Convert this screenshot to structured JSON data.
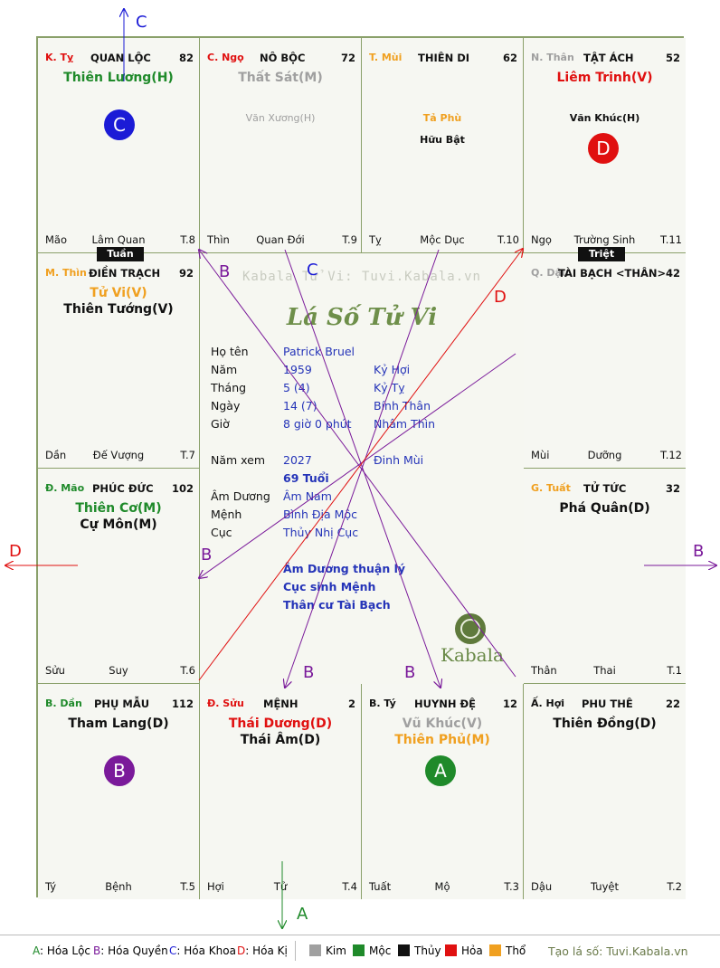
{
  "colors": {
    "loc": "#1f8a2a",
    "quyen": "#7a1a9a",
    "khoa": "#1b1bd6",
    "ki": "#e01010",
    "orange": "#f0a020",
    "gray": "#a0a0a0",
    "green": "#1f8a2a",
    "red": "#e01010",
    "border": "#8aa06a"
  },
  "top_labels": {
    "c": "C",
    "d": "D",
    "b": "B",
    "a": "A"
  },
  "cells": {
    "ky": {
      "branch": "K. Tỵ",
      "palace": "QUAN LỘC",
      "num": "82",
      "star1": "Thiên Lương(H)",
      "bl": "Mão",
      "bc": "Lâm Quan",
      "br": "T.8"
    },
    "ngo": {
      "branch": "C. Ngọ",
      "palace": "NÔ BỘC",
      "num": "72",
      "star1": "Thất Sát(M)",
      "minor1": "Văn Xương(H)",
      "bl": "Thìn",
      "bc": "Quan Đới",
      "br": "T.9"
    },
    "mui": {
      "branch": "T. Mùi",
      "palace": "THIÊN DI",
      "num": "62",
      "minor1": "Tả Phù",
      "minor2": "Hữu Bật",
      "bl": "Tỵ",
      "bc": "Mộc Dục",
      "br": "T.10"
    },
    "than": {
      "branch": "N. Thân",
      "palace": "TẬT ÁCH",
      "num": "52",
      "star1": "Liêm Trinh(V)",
      "minor1": "Văn Khúc(H)",
      "bl": "Ngọ",
      "bc": "Trường Sinh",
      "br": "T.11"
    },
    "thin": {
      "branch": "M. Thìn",
      "palace": "ĐIỀN TRẠCH",
      "num": "92",
      "star1": "Tử Vi(V)",
      "star2": "Thiên Tướng(V)",
      "bl": "Dần",
      "bc": "Đế Vượng",
      "br": "T.7"
    },
    "dau": {
      "branch": "Q. Dậu",
      "palace": "TÀI BẠCH <THÂN>",
      "num": "42",
      "bl": "Mùi",
      "bc": "Dưỡng",
      "br": "T.12"
    },
    "mao": {
      "branch": "Đ. Mão",
      "palace": "PHÚC ĐỨC",
      "num": "102",
      "star1": "Thiên Cơ(M)",
      "star2": "Cự Môn(M)",
      "bl": "Sửu",
      "bc": "Suy",
      "br": "T.6"
    },
    "tuat": {
      "branch": "G. Tuất",
      "palace": "TỬ TỨC",
      "num": "32",
      "star1": "Phá Quân(D)",
      "bl": "Thân",
      "bc": "Thai",
      "br": "T.1"
    },
    "dan": {
      "branch": "B. Dần",
      "palace": "PHỤ MẪU",
      "num": "112",
      "star1": "Tham Lang(D)",
      "bl": "Tý",
      "bc": "Bệnh",
      "br": "T.5"
    },
    "suu": {
      "branch": "Đ. Sửu",
      "palace": "MỆNH",
      "num": "2",
      "star1": "Thái Dương(D)",
      "star2": "Thái Âm(D)",
      "bl": "Hợi",
      "bc": "Tử",
      "br": "T.4"
    },
    "ty": {
      "branch": "B. Tý",
      "palace": "HUYNH ĐỆ",
      "num": "12",
      "star1": "Vũ Khúc(V)",
      "star2": "Thiên Phủ(M)",
      "bl": "Tuất",
      "bc": "Mộ",
      "br": "T.3"
    },
    "hoi": {
      "branch": "Ấ. Hợi",
      "palace": "PHU THÊ",
      "num": "22",
      "star1": "Thiên Đồng(D)",
      "bl": "Dậu",
      "bc": "Tuyệt",
      "br": "T.2"
    }
  },
  "tags": {
    "tuan": "Tuần",
    "triet": "Triệt"
  },
  "badges": {
    "c": "C",
    "d": "D",
    "b": "B",
    "a": "A"
  },
  "center": {
    "watermark": "Kabala Tử Vi: Tuvi.Kabala.vn",
    "title": "Lá Số Tử Vi",
    "ho_ten_label": "Họ tên",
    "ho_ten": "Patrick Bruel",
    "nam_label": "Năm",
    "nam": "1959",
    "nam_can": "Kỷ Hợi",
    "thang_label": "Tháng",
    "thang": "5  (4)",
    "thang_can": "Kỷ Tỵ",
    "ngay_label": "Ngày",
    "ngay": "14  (7)",
    "ngay_can": "Bính Thân",
    "gio_label": "Giờ",
    "gio": "8 giờ 0 phút",
    "gio_can": "Nhâm Thìn",
    "namxem_label": "Năm xem",
    "namxem": "2027",
    "namxem_can": "Đinh Mùi",
    "tuoi": "69 Tuổi",
    "amduong_label": "Âm Dương",
    "amduong": "Âm Nam",
    "menh_label": "Mệnh",
    "menh": "Bình Địa Mộc",
    "cuc_label": "Cục",
    "cuc": "Thủy Nhị Cục",
    "note1": "Âm Dương thuận lý",
    "note2": "Cục sinh Mệnh",
    "note3": "Thân cư Tài Bạch",
    "logo": "Kabala"
  },
  "legend": {
    "a_key": "A",
    "a_text": ": Hóa Lộc",
    "b_key": "B",
    "b_text": ": Hóa Quyền",
    "c_key": "C",
    "c_text": ": Hóa Khoa",
    "d_key": "D",
    "d_text": ": Hóa Kị",
    "kim": "Kim",
    "moc": "Mộc",
    "thuy": "Thủy",
    "hoa": "Hỏa",
    "tho": "Thổ",
    "site": "Tạo lá số: Tuvi.Kabala.vn"
  }
}
